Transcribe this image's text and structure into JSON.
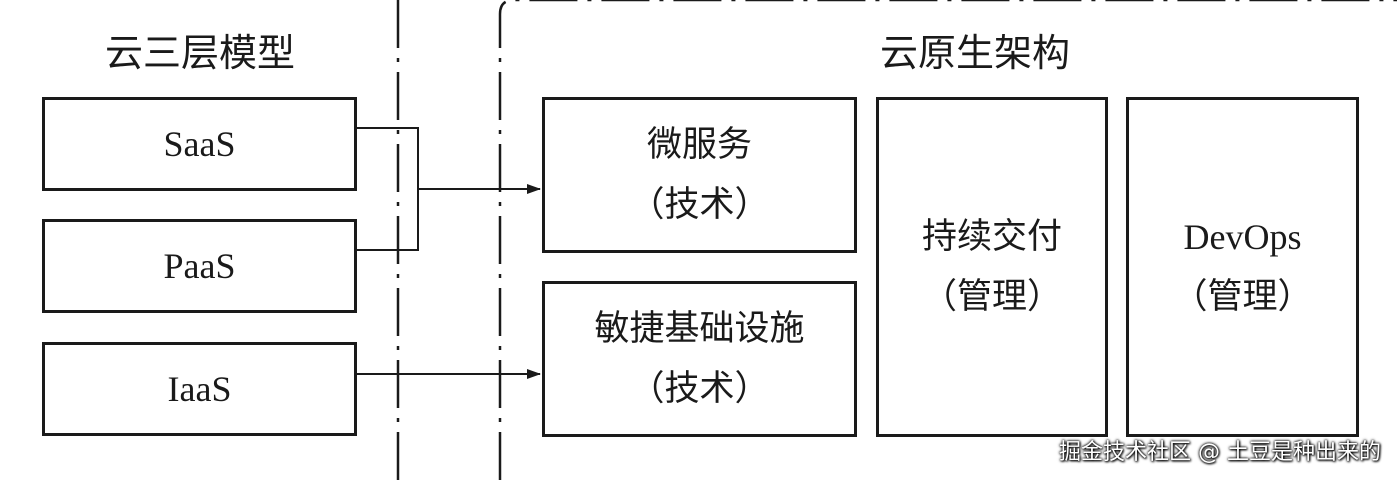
{
  "left_panel": {
    "title": "云三层模型",
    "layers": [
      "SaaS",
      "PaaS",
      "IaaS"
    ]
  },
  "right_panel": {
    "title": "云原生架构",
    "microservices": {
      "line1": "微服务",
      "line2": "（技术）"
    },
    "agile_infra": {
      "line1": "敏捷基础设施",
      "line2": "（技术）"
    },
    "continuous_delivery": {
      "line1": "持续交付",
      "line2": "（管理）"
    },
    "devops": {
      "line1": "DevOps",
      "line2": "（管理）"
    }
  },
  "watermark": "掘金技术社区 @ 土豆是种出来的"
}
